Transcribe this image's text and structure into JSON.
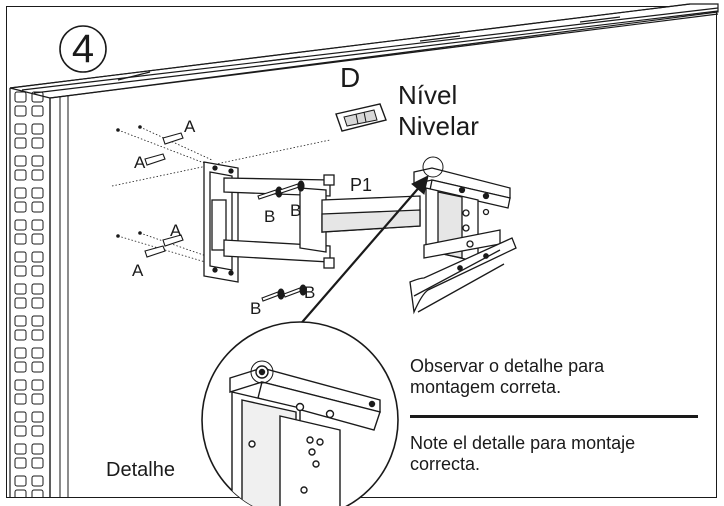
{
  "step_number": "4",
  "labels": {
    "d": "D",
    "nivel_pt": "Nível",
    "nivel_es": "Nivelar",
    "p1": "P1",
    "a": "A",
    "b": "B",
    "detalhe": "Detalhe"
  },
  "notes": {
    "pt": "Observar o detalhe para montagem correta.",
    "pt_line1": "Observar o detalhe para",
    "pt_line2": "montagem correta.",
    "es_line1": "Note el detalle para montaje",
    "es_line2": "correcta."
  },
  "colors": {
    "ink": "#1a1a1a",
    "paper": "#ffffff"
  },
  "icons": [
    "bubble-level-icon",
    "wall-anchor-icon",
    "screw-icon"
  ]
}
